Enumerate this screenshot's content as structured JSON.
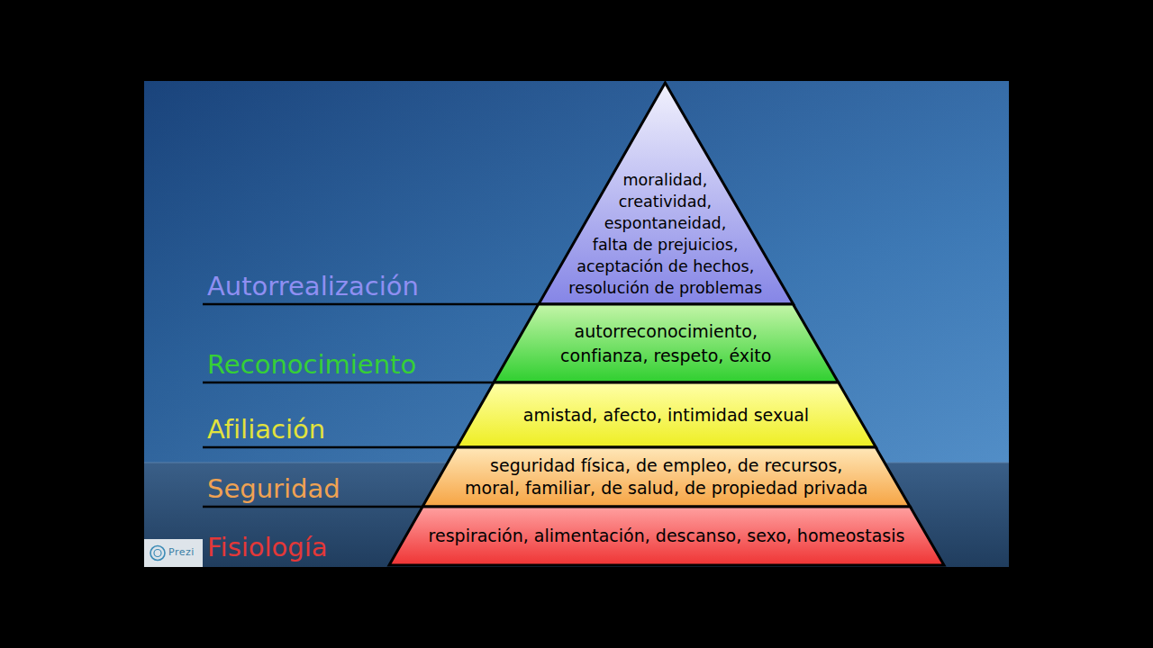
{
  "diagram": {
    "nodes": [
      {
        "text": [
          "Autorrealización",
          "moralidad, creatividad, espontaneidad, falta de prejuicios, aceptación de hechos, resolución de problemas"
        ]
      },
      {
        "text": [
          "Reconocimiento",
          "autorreconocimiento, confianza, respeto, éxito"
        ]
      },
      {
        "text": [
          "Afiliación",
          "amistad, afecto, intimidad sexual"
        ]
      },
      {
        "text": [
          "Seguridad",
          "seguridad física, de empleo, de recursos, moral, familiar, de salud, de propiedad privada"
        ]
      },
      {
        "text": [
          "Fisiología",
          "respiración, alimentación, descanso, sexo, homeostasis"
        ]
      }
    ],
    "labels": [
      "Prezi"
    ]
  }
}
